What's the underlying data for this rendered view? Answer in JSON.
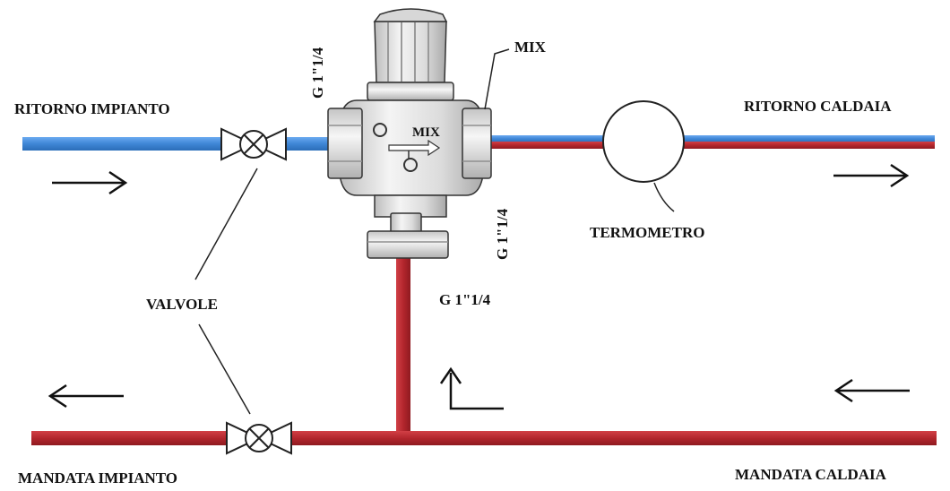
{
  "labels": {
    "ritorno_impianto": "RITORNO IMPIANTO",
    "ritorno_caldaia": "RITORNO CALDAIA",
    "mandata_impianto": "MANDATA IMPIANTO",
    "mandata_caldaia": "MANDATA CALDAIA",
    "valvole": "VALVOLE",
    "termometro": "TERMOMETRO",
    "mix": "MIX",
    "valve_body_mix": "MIX",
    "thread_left": "G 1\"1/4",
    "thread_right": "G 1\"1/4",
    "thread_bottom": "G 1\"1/4"
  },
  "colors": {
    "cold_pipe": "#3f86d6",
    "hot_pipe": "#b3262d",
    "hot_pipe_dark": "#8f1a20",
    "valve_metal": "#e6e6e6",
    "outline": "#222222"
  },
  "icons": {
    "flow_arrows": [
      "arrow-right-icon",
      "arrow-right-icon",
      "arrow-left-icon",
      "arrow-left-icon",
      "corner-up-arrow-icon"
    ],
    "valves": [
      "ball-valve-icon",
      "ball-valve-icon"
    ],
    "gauge": "thermometer-gauge-icon",
    "mixing_valve": "thermostatic-mixing-valve-icon"
  }
}
